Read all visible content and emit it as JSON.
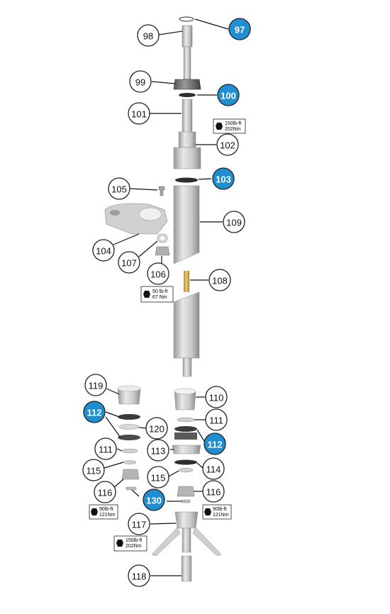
{
  "diagram": {
    "colors": {
      "callout_fill": "#ffffff",
      "callout_stroke": "#222222",
      "highlight_fill": "#1f8fd1",
      "highlight_text": "#ffffff",
      "part_light": "#e3e3e3",
      "part_mid": "#bdbdbd",
      "part_dark": "#8a8a8a",
      "part_black": "#2e2e2e",
      "brass": "#d6ad52",
      "leader": "#111111"
    },
    "callouts": [
      {
        "id": "97",
        "label": "97",
        "highlighted": true
      },
      {
        "id": "98",
        "label": "98",
        "highlighted": false
      },
      {
        "id": "99",
        "label": "99",
        "highlighted": false
      },
      {
        "id": "100",
        "label": "100",
        "highlighted": true
      },
      {
        "id": "101",
        "label": "101",
        "highlighted": false
      },
      {
        "id": "102",
        "label": "102",
        "highlighted": false
      },
      {
        "id": "103",
        "label": "103",
        "highlighted": true
      },
      {
        "id": "105",
        "label": "105",
        "highlighted": false
      },
      {
        "id": "109",
        "label": "109",
        "highlighted": false
      },
      {
        "id": "104",
        "label": "104",
        "highlighted": false
      },
      {
        "id": "107",
        "label": "107",
        "highlighted": false
      },
      {
        "id": "106",
        "label": "106",
        "highlighted": false
      },
      {
        "id": "108",
        "label": "108",
        "highlighted": false
      },
      {
        "id": "119",
        "label": "119",
        "highlighted": false
      },
      {
        "id": "110",
        "label": "110",
        "highlighted": false
      },
      {
        "id": "112a",
        "label": "112",
        "highlighted": true
      },
      {
        "id": "111b",
        "label": "111",
        "highlighted": false
      },
      {
        "id": "120",
        "label": "120",
        "highlighted": false
      },
      {
        "id": "112b",
        "label": "112",
        "highlighted": true
      },
      {
        "id": "111a",
        "label": "111",
        "highlighted": false
      },
      {
        "id": "113",
        "label": "113",
        "highlighted": false
      },
      {
        "id": "115a",
        "label": "115",
        "highlighted": false
      },
      {
        "id": "114",
        "label": "114",
        "highlighted": false
      },
      {
        "id": "115b",
        "label": "115",
        "highlighted": false
      },
      {
        "id": "116a",
        "label": "116",
        "highlighted": false
      },
      {
        "id": "130",
        "label": "130",
        "highlighted": true
      },
      {
        "id": "116b",
        "label": "116",
        "highlighted": false
      },
      {
        "id": "117",
        "label": "117",
        "highlighted": false
      },
      {
        "id": "118",
        "label": "118",
        "highlighted": false
      }
    ],
    "torque_specs": [
      {
        "id": "t102",
        "line1": "150lb-ft",
        "line2": "202Nm"
      },
      {
        "id": "t106",
        "line1": "50 lb-ft",
        "line2": "67 Nm"
      },
      {
        "id": "t116a",
        "line1": "90lb-ft",
        "line2": "121Nm"
      },
      {
        "id": "t116b",
        "line1": "90lb-ft",
        "line2": "121Nm"
      },
      {
        "id": "t117",
        "line1": "150lb-ft",
        "line2": "202Nm"
      }
    ]
  }
}
